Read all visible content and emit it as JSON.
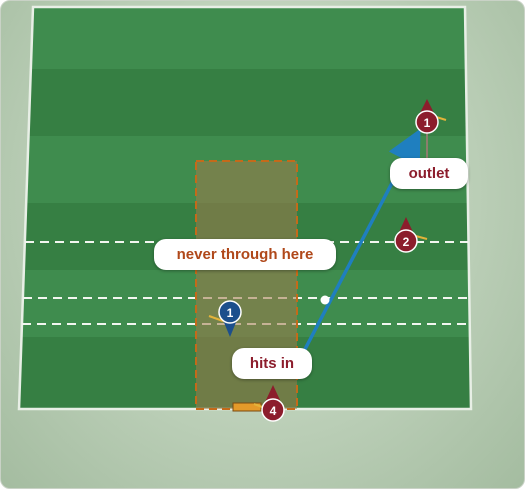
{
  "colors": {
    "pitch_light": "#3f8a4c",
    "pitch_dark": "#2f7a3f",
    "zone_fill": "#a07a4a",
    "zone_border": "#c46a1a",
    "arrow": "#1f7fbf",
    "attacker_marker": "#8c1d2c",
    "defender_marker": "#1c4f8c",
    "label_text_orange": "#b0481a",
    "label_text_maroon": "#8c1d2c"
  },
  "labels": {
    "outlet": "outlet",
    "never_through": "never through here",
    "hits_in": "hits in"
  },
  "markers": [
    {
      "id": "attacker-1",
      "team": "red",
      "number": "1"
    },
    {
      "id": "attacker-2",
      "team": "red",
      "number": "2"
    },
    {
      "id": "defender-1",
      "team": "blue",
      "number": "1"
    },
    {
      "id": "attacker-4",
      "team": "red",
      "number": "4"
    }
  ],
  "icons": {
    "player": "map-pin-icon",
    "ball": "ball-icon",
    "goal": "goal-icon"
  }
}
